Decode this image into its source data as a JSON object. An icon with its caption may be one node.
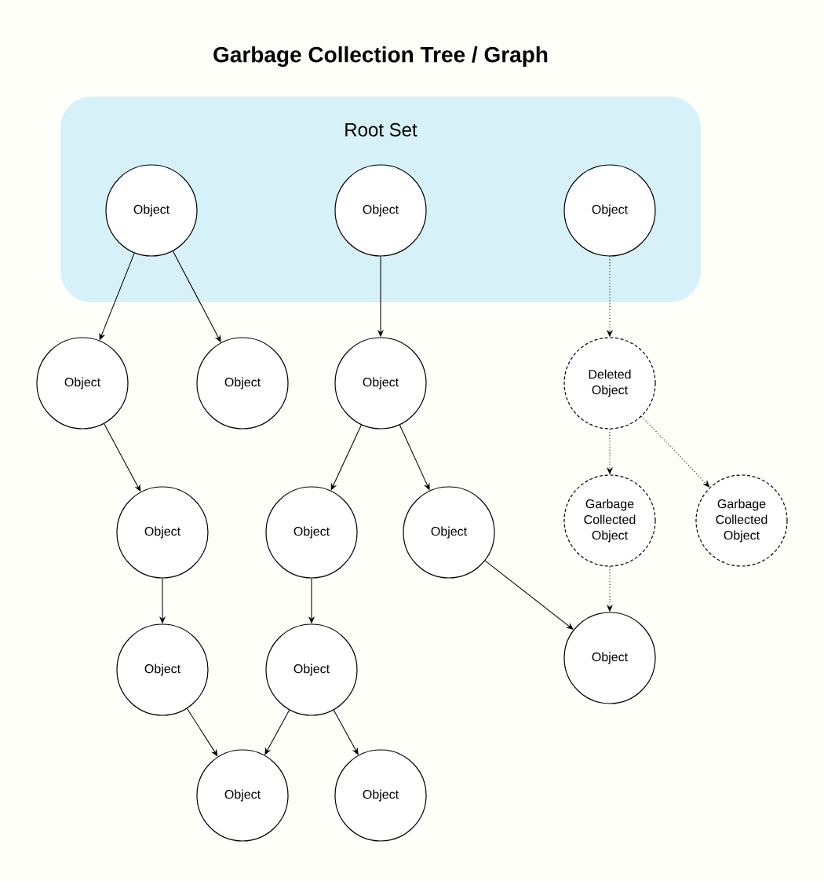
{
  "diagram": {
    "title": "Garbage Collection Tree / Graph",
    "nodes": [
      {
        "text": [
          "Root Set"
        ]
      },
      {
        "text": [
          "Object"
        ],
        "in": 0
      },
      {
        "text": [
          "Object"
        ],
        "in": 0
      },
      {
        "text": [
          "Object"
        ],
        "in": 0
      },
      {
        "text": [
          "Object"
        ]
      },
      {
        "text": [
          "Object"
        ]
      },
      {
        "text": [
          "Object"
        ]
      },
      {
        "text": [
          "Deleted Object"
        ]
      },
      {
        "text": [
          "Object"
        ]
      },
      {
        "text": [
          "Object"
        ]
      },
      {
        "text": [
          "Object"
        ]
      },
      {
        "text": [
          "Garbage Collected Object"
        ]
      },
      {
        "text": [
          "Garbage Collected Object"
        ]
      },
      {
        "text": [
          "Object"
        ]
      },
      {
        "text": [
          "Object"
        ]
      },
      {
        "text": [
          "Object"
        ]
      },
      {
        "text": [
          "Object"
        ]
      },
      {
        "text": [
          "Object"
        ]
      }
    ],
    "edges": [
      {
        "from": 1,
        "to": 4,
        "arrow": "to"
      },
      {
        "from": 1,
        "to": 5,
        "arrow": "to"
      },
      {
        "from": 2,
        "to": 6,
        "arrow": "to"
      },
      {
        "from": 3,
        "to": 7,
        "arrow": "to",
        "style": "dashed"
      },
      {
        "from": 4,
        "to": 8,
        "arrow": "to"
      },
      {
        "from": 6,
        "to": 9,
        "arrow": "to"
      },
      {
        "from": 6,
        "to": 10,
        "arrow": "to"
      },
      {
        "from": 7,
        "to": 11,
        "arrow": "to",
        "style": "dashed"
      },
      {
        "from": 7,
        "to": 12,
        "arrow": "to",
        "style": "dashed"
      },
      {
        "from": 8,
        "to": 13,
        "arrow": "to"
      },
      {
        "from": 9,
        "to": 14,
        "arrow": "to"
      },
      {
        "from": 10,
        "to": 15,
        "arrow": "to"
      },
      {
        "from": 11,
        "to": 15,
        "arrow": "to",
        "style": "dashed"
      },
      {
        "from": 13,
        "to": 16,
        "arrow": "to"
      },
      {
        "from": 14,
        "to": 16,
        "arrow": "to"
      },
      {
        "from": 14,
        "to": 17,
        "arrow": "to"
      }
    ]
  }
}
